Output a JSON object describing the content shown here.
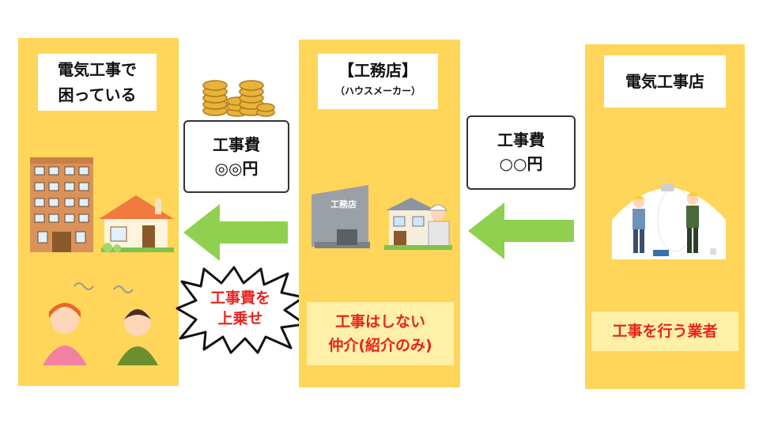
{
  "left_panel": {
    "title_line1": "電気工事で",
    "title_line2": "困っている"
  },
  "middle_panel": {
    "title": "【工務店】",
    "subtitle": "（ハウスメーカー）",
    "shop_sign": "工務店",
    "note_line1": "工事はしない",
    "note_line2": "仲介(紹介のみ)"
  },
  "right_panel": {
    "title": "電気工事店",
    "note": "工事を行う業者"
  },
  "cost_left": {
    "line1": "工事費",
    "line2": "◎◎円"
  },
  "cost_right": {
    "line1": "工事費",
    "line2": "○○円"
  },
  "burst": {
    "line1": "工事費を",
    "line2": "上乗せ"
  },
  "colors": {
    "panel": "#ffd55a",
    "arrow": "#8fd14f",
    "red_text": "#e8231f",
    "note_bg": "#fff0a8"
  }
}
